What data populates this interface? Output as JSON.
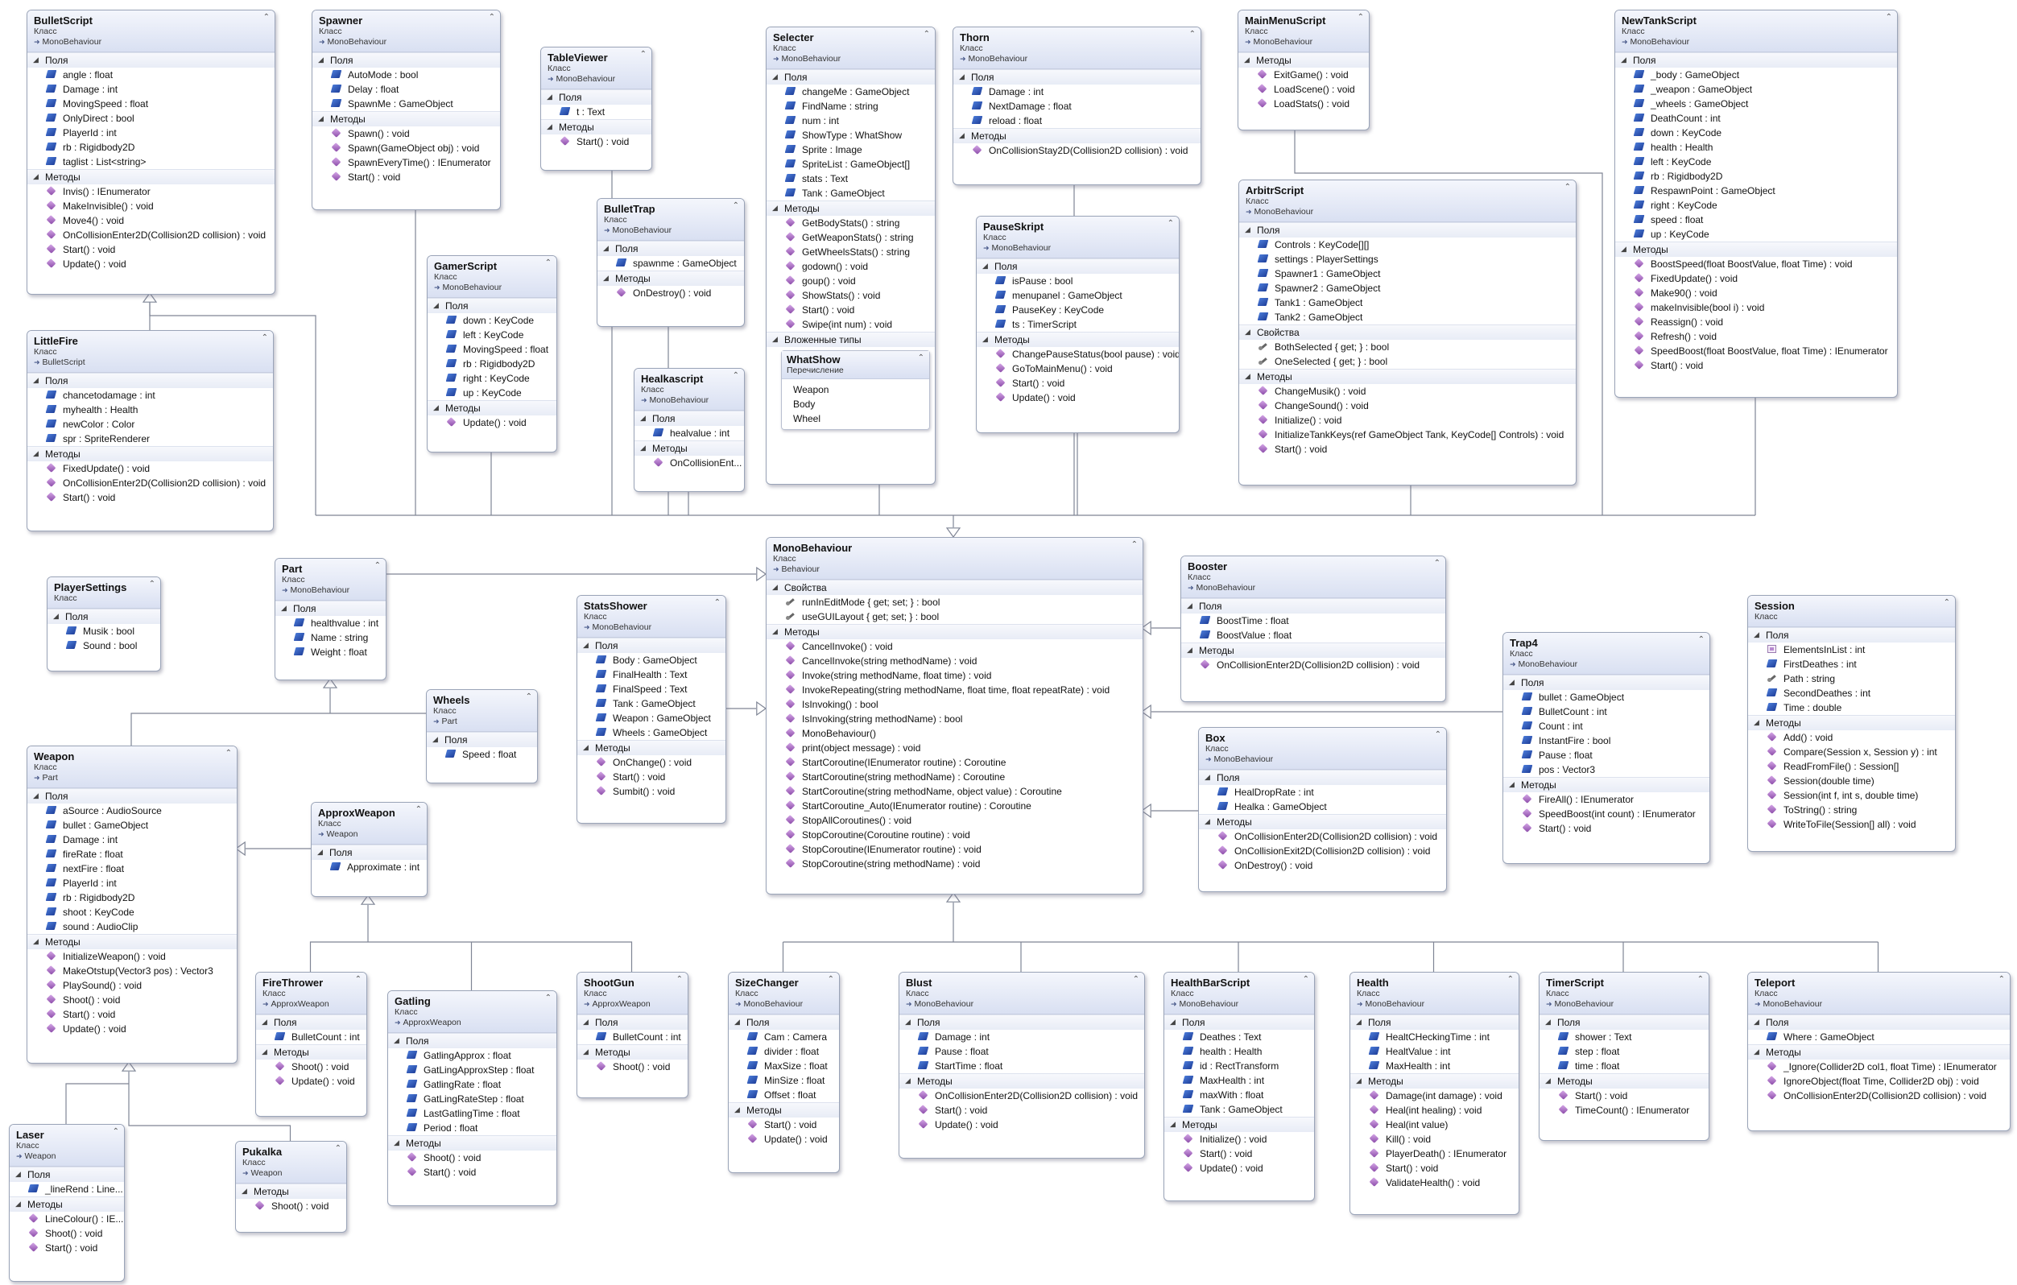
{
  "labels": {
    "kind_class": "Класс",
    "kind_enum": "Перечисление",
    "fields": "Поля",
    "methods": "Методы",
    "properties": "Свойства",
    "nested_types": "Вложенные типы"
  },
  "diagram": {
    "type": "uml-class-diagram",
    "inheritance": [
      [
        "LittleFire",
        "BulletScript"
      ],
      [
        "Wheels",
        "Part"
      ],
      [
        "Weapon",
        "Part"
      ],
      [
        "ApproxWeapon",
        "Weapon"
      ],
      [
        "Laser",
        "Weapon"
      ],
      [
        "Pukalka",
        "Weapon"
      ],
      [
        "FireThrower",
        "ApproxWeapon"
      ],
      [
        "Gatling",
        "ApproxWeapon"
      ],
      [
        "ShootGun",
        "ApproxWeapon"
      ],
      [
        "BulletScript",
        "MonoBehaviour"
      ],
      [
        "Spawner",
        "MonoBehaviour"
      ],
      [
        "TableViewer",
        "MonoBehaviour"
      ],
      [
        "GamerScript",
        "MonoBehaviour"
      ],
      [
        "BulletTrap",
        "MonoBehaviour"
      ],
      [
        "Healkascript",
        "MonoBehaviour"
      ],
      [
        "Selecter",
        "MonoBehaviour"
      ],
      [
        "Thorn",
        "MonoBehaviour"
      ],
      [
        "PauseSkript",
        "MonoBehaviour"
      ],
      [
        "MainMenuScript",
        "MonoBehaviour"
      ],
      [
        "ArbitrScript",
        "MonoBehaviour"
      ],
      [
        "NewTankScript",
        "MonoBehaviour"
      ],
      [
        "Part",
        "MonoBehaviour"
      ],
      [
        "StatsShower",
        "MonoBehaviour"
      ],
      [
        "Booster",
        "MonoBehaviour"
      ],
      [
        "Trap4",
        "MonoBehaviour"
      ],
      [
        "Box",
        "MonoBehaviour"
      ],
      [
        "SizeChanger",
        "MonoBehaviour"
      ],
      [
        "Blust",
        "MonoBehaviour"
      ],
      [
        "HealthBarScript",
        "MonoBehaviour"
      ],
      [
        "Health",
        "MonoBehaviour"
      ],
      [
        "TimerScript",
        "MonoBehaviour"
      ],
      [
        "Teleport",
        "MonoBehaviour"
      ]
    ]
  },
  "classes": [
    {
      "id": "BulletScript",
      "name": "BulletScript",
      "kind": "Класс",
      "parent": "MonoBehaviour",
      "fields": [
        "angle : float",
        "Damage : int",
        "MovingSpeed : float",
        "OnlyDirect : bool",
        "PlayerId : int",
        "rb : Rigidbody2D",
        "taglist : List<string>"
      ],
      "methods": [
        "Invis() : IEnumerator",
        "MakeInvisible() : void",
        "Move4() : void",
        "OnCollisionEnter2D(Collision2D collision) : void",
        "Start() : void",
        "Update() : void"
      ]
    },
    {
      "id": "Spawner",
      "name": "Spawner",
      "kind": "Класс",
      "parent": "MonoBehaviour",
      "fields": [
        "AutoMode : bool",
        "Delay : float",
        "SpawnMe : GameObject"
      ],
      "methods": [
        "Spawn() : void",
        "Spawn(GameObject obj) : void",
        "SpawnEveryTime() : IEnumerator",
        "Start() : void"
      ]
    },
    {
      "id": "TableViewer",
      "name": "TableViewer",
      "kind": "Класс",
      "parent": "MonoBehaviour",
      "fields": [
        "t : Text"
      ],
      "methods": [
        "Start() : void"
      ]
    },
    {
      "id": "Selecter",
      "name": "Selecter",
      "kind": "Класс",
      "parent": "MonoBehaviour",
      "fields": [
        "changeMe : GameObject",
        "FindName : string",
        "num : int",
        "ShowType : WhatShow",
        "Sprite : Image",
        "SpriteList : GameObject[]",
        "stats : Text",
        "Tank : GameObject"
      ],
      "methods": [
        "GetBodyStats() : string",
        "GetWeaponStats() : string",
        "GetWheelsStats() : string",
        "godown() : void",
        "goup() : void",
        "ShowStats() : void",
        "Start() : void",
        "Swipe(int num) : void"
      ],
      "nested": {
        "name": "WhatShow",
        "kind": "Перечисление",
        "values": [
          "Weapon",
          "Body",
          "Wheel"
        ]
      }
    },
    {
      "id": "Thorn",
      "name": "Thorn",
      "kind": "Класс",
      "parent": "MonoBehaviour",
      "fields": [
        "Damage : int",
        "NextDamage : float",
        "reload : float"
      ],
      "methods": [
        "OnCollisionStay2D(Collision2D collision) : void"
      ]
    },
    {
      "id": "MainMenuScript",
      "name": "MainMenuScript",
      "kind": "Класс",
      "parent": "MonoBehaviour",
      "methods": [
        "ExitGame() : void",
        "LoadScene() : void",
        "LoadStats() : void"
      ]
    },
    {
      "id": "NewTankScript",
      "name": "NewTankScript",
      "kind": "Класс",
      "parent": "MonoBehaviour",
      "fields": [
        "_body : GameObject",
        "_weapon : GameObject",
        "_wheels : GameObject",
        "DeathCount : int",
        "down : KeyCode",
        "health : Health",
        "left : KeyCode",
        "rb : Rigidbody2D",
        "RespawnPoint : GameObject",
        "right : KeyCode",
        "speed : float",
        "up : KeyCode"
      ],
      "methods": [
        "BoostSpeed(float BoostValue, float Time) : void",
        "FixedUpdate() : void",
        "Make90() : void",
        "makeInvisible(bool i) : void",
        "Reassign() : void",
        "Refresh() : void",
        "SpeedBoost(float BoostValue, float Time) : IEnumerator",
        "Start() : void"
      ]
    },
    {
      "id": "GamerScript",
      "name": "GamerScript",
      "kind": "Класс",
      "parent": "MonoBehaviour",
      "fields": [
        "down : KeyCode",
        "left : KeyCode",
        "MovingSpeed : float",
        "rb : Rigidbody2D",
        "right : KeyCode",
        "up : KeyCode"
      ],
      "methods": [
        "Update() : void"
      ]
    },
    {
      "id": "BulletTrap",
      "name": "BulletTrap",
      "kind": "Класс",
      "parent": "MonoBehaviour",
      "fields": [
        "spawnme : GameObject"
      ],
      "methods": [
        "OnDestroy() : void"
      ]
    },
    {
      "id": "Healkascript",
      "name": "Healkascript",
      "kind": "Класс",
      "parent": "MonoBehaviour",
      "fields": [
        "healvalue : int"
      ],
      "methods": [
        "OnCollisionEnt..."
      ]
    },
    {
      "id": "PauseSkript",
      "name": "PauseSkript",
      "kind": "Класс",
      "parent": "MonoBehaviour",
      "fields": [
        "isPause : bool",
        "menupanel : GameObject",
        "PauseKey : KeyCode",
        "ts : TimerScript"
      ],
      "methods": [
        "ChangePauseStatus(bool pause) : void",
        "GoToMainMenu() : void",
        "Start() : void",
        "Update() : void"
      ]
    },
    {
      "id": "ArbitrScript",
      "name": "ArbitrScript",
      "kind": "Класс",
      "parent": "MonoBehaviour",
      "fields": [
        "Controls : KeyCode[][]",
        "settings : PlayerSettings",
        "Spawner1 : GameObject",
        "Spawner2 : GameObject",
        "Tank1 : GameObject",
        "Tank2 : GameObject"
      ],
      "properties": [
        "BothSelected { get; } : bool",
        "OneSelected { get; } : bool"
      ],
      "methods": [
        "ChangeMusik() : void",
        "ChangeSound() : void",
        "Initialize() : void",
        "InitializeTankKeys(ref GameObject Tank, KeyCode[] Controls) : void",
        "Start() : void"
      ]
    },
    {
      "id": "LittleFire",
      "name": "LittleFire",
      "kind": "Класс",
      "parent": "BulletScript",
      "fields": [
        "chancetodamage : int",
        "myhealth : Health",
        "newColor : Color",
        "spr : SpriteRenderer"
      ],
      "methods": [
        "FixedUpdate() : void",
        "OnCollisionEnter2D(Collision2D collision) : void",
        "Start() : void"
      ]
    },
    {
      "id": "PlayerSettings",
      "name": "PlayerSettings",
      "kind": "Класс",
      "fields": [
        "Musik : bool",
        "Sound : bool"
      ]
    },
    {
      "id": "Part",
      "name": "Part",
      "kind": "Класс",
      "parent": "MonoBehaviour",
      "fields": [
        "healthvalue : int",
        "Name : string",
        "Weight : float"
      ]
    },
    {
      "id": "StatsShower",
      "name": "StatsShower",
      "kind": "Класс",
      "parent": "MonoBehaviour",
      "fields": [
        "Body : GameObject",
        "FinalHealth : Text",
        "FinalSpeed : Text",
        "Tank : GameObject",
        "Weapon : GameObject",
        "Wheels : GameObject"
      ],
      "methods": [
        "OnChange() : void",
        "Start() : void",
        "Sumbit() : void"
      ]
    },
    {
      "id": "MonoBehaviour",
      "name": "MonoBehaviour",
      "kind": "Класс",
      "parent": "Behaviour",
      "properties": [
        "runInEditMode { get; set; } : bool",
        "useGUILayout { get; set; } : bool"
      ],
      "methods": [
        "CancelInvoke() : void",
        "CancelInvoke(string methodName) : void",
        "Invoke(string methodName, float time) : void",
        "InvokeRepeating(string methodName, float time, float repeatRate) : void",
        "IsInvoking() : bool",
        "IsInvoking(string methodName) : bool",
        "MonoBehaviour()",
        "print(object message) : void",
        "StartCoroutine(IEnumerator routine) : Coroutine",
        "StartCoroutine(string methodName) : Coroutine",
        "StartCoroutine(string methodName, object value) : Coroutine",
        "StartCoroutine_Auto(IEnumerator routine) : Coroutine",
        "StopAllCoroutines() : void",
        "StopCoroutine(Coroutine routine) : void",
        "StopCoroutine(IEnumerator routine) : void",
        "StopCoroutine(string methodName) : void"
      ]
    },
    {
      "id": "Booster",
      "name": "Booster",
      "kind": "Класс",
      "parent": "MonoBehaviour",
      "fields": [
        "BoostTime : float",
        "BoostValue : float"
      ],
      "methods": [
        "OnCollisionEnter2D(Collision2D collision) : void"
      ]
    },
    {
      "id": "Trap4",
      "name": "Trap4",
      "kind": "Класс",
      "parent": "MonoBehaviour",
      "fields": [
        "bullet : GameObject",
        "BulletCount : int",
        "Count : int",
        "InstantFire : bool",
        "Pause : float",
        "pos : Vector3"
      ],
      "methods": [
        "FireAll() : IEnumerator",
        "SpeedBoost(int count) : IEnumerator",
        "Start() : void"
      ]
    },
    {
      "id": "Session",
      "name": "Session",
      "kind": "Класс",
      "fields": [
        "ElementsInList : int",
        "FirstDeathes : int",
        "Path : string",
        "SecondDeathes : int",
        "Time : double"
      ],
      "fieldIcons": [
        "enum",
        "field",
        "prop",
        "field",
        "field"
      ],
      "methods": [
        "Add() : void",
        "Compare(Session x, Session y) : int",
        "ReadFromFile() : Session[]",
        "Session(double time)",
        "Session(int f, int s, double time)",
        "ToString() : string",
        "WriteToFile(Session[] all) : void"
      ]
    },
    {
      "id": "Wheels",
      "name": "Wheels",
      "kind": "Класс",
      "parent": "Part",
      "fields": [
        "Speed : float"
      ]
    },
    {
      "id": "Box",
      "name": "Box",
      "kind": "Класс",
      "parent": "MonoBehaviour",
      "fields": [
        "HealDropRate : int",
        "Healka : GameObject"
      ],
      "methods": [
        "OnCollisionEnter2D(Collision2D collision) : void",
        "OnCollisionExit2D(Collision2D collision) : void",
        "OnDestroy() : void"
      ]
    },
    {
      "id": "Weapon",
      "name": "Weapon",
      "kind": "Класс",
      "parent": "Part",
      "fields": [
        "aSource : AudioSource",
        "bullet : GameObject",
        "Damage : int",
        "fireRate : float",
        "nextFire : float",
        "PlayerId : int",
        "rb : Rigidbody2D",
        "shoot : KeyCode",
        "sound : AudioClip"
      ],
      "methods": [
        "InitializeWeapon() : void",
        "MakeOtstup(Vector3 pos) : Vector3",
        "PlaySound() : void",
        "Shoot() : void",
        "Start() : void",
        "Update() : void"
      ]
    },
    {
      "id": "ApproxWeapon",
      "name": "ApproxWeapon",
      "kind": "Класс",
      "parent": "Weapon",
      "fields": [
        "Approximate : int"
      ]
    },
    {
      "id": "FireThrower",
      "name": "FireThrower",
      "kind": "Класс",
      "parent": "ApproxWeapon",
      "fields": [
        "BulletCount : int"
      ],
      "methods": [
        "Shoot() : void",
        "Update() : void"
      ]
    },
    {
      "id": "Gatling",
      "name": "Gatling",
      "kind": "Класс",
      "parent": "ApproxWeapon",
      "fields": [
        "GatlingApprox : float",
        "GatLingApproxStep : float",
        "GatlingRate : float",
        "GatLingRateStep : float",
        "LastGatlingTime : float",
        "Period : float"
      ],
      "methods": [
        "Shoot() : void",
        "Start() : void"
      ]
    },
    {
      "id": "ShootGun",
      "name": "ShootGun",
      "kind": "Класс",
      "parent": "ApproxWeapon",
      "fields": [
        "BulletCount : int"
      ],
      "methods": [
        "Shoot() : void"
      ]
    },
    {
      "id": "SizeChanger",
      "name": "SizeChanger",
      "kind": "Класс",
      "parent": "MonoBehaviour",
      "fields": [
        "Cam : Camera",
        "divider : float",
        "MaxSize : float",
        "MinSize : float",
        "Offset : float"
      ],
      "methods": [
        "Start() : void",
        "Update() : void"
      ]
    },
    {
      "id": "Blust",
      "name": "Blust",
      "kind": "Класс",
      "parent": "MonoBehaviour",
      "fields": [
        "Damage : int",
        "Pause : float",
        "StartTime : float"
      ],
      "methods": [
        "OnCollisionEnter2D(Collision2D collision) : void",
        "Start() : void",
        "Update() : void"
      ]
    },
    {
      "id": "HealthBarScript",
      "name": "HealthBarScript",
      "kind": "Класс",
      "parent": "MonoBehaviour",
      "fields": [
        "Deathes : Text",
        "health : Health",
        "id : RectTransform",
        "MaxHealth : int",
        "maxWith : float",
        "Tank : GameObject"
      ],
      "methods": [
        "Initialize() : void",
        "Start() : void",
        "Update() : void"
      ]
    },
    {
      "id": "Health",
      "name": "Health",
      "kind": "Класс",
      "parent": "MonoBehaviour",
      "fields": [
        "HealtCHeckingTime : int",
        "HealtValue : int",
        "MaxHealth : int"
      ],
      "methods": [
        "Damage(int damage) : void",
        "Heal(int healing) : void",
        "Heal(int value)",
        "Kill() : void",
        "PlayerDeath() : IEnumerator",
        "Start() : void",
        "ValidateHealth() : void"
      ]
    },
    {
      "id": "TimerScript",
      "name": "TimerScript",
      "kind": "Класс",
      "parent": "MonoBehaviour",
      "fields": [
        "shower : Text",
        "step : float",
        "time : float"
      ],
      "methods": [
        "Start() : void",
        "TimeCount() : IEnumerator"
      ]
    },
    {
      "id": "Teleport",
      "name": "Teleport",
      "kind": "Класс",
      "parent": "MonoBehaviour",
      "fields": [
        "Where : GameObject"
      ],
      "methods": [
        "_Ignore(Collider2D col1, float Time) : IEnumerator",
        "IgnoreObject(float Time, Collider2D obj) : void",
        "OnCollisionEnter2D(Collision2D collision) : void"
      ]
    },
    {
      "id": "Laser",
      "name": "Laser",
      "kind": "Класс",
      "parent": "Weapon",
      "fields": [
        "_lineRend : Line..."
      ],
      "methods": [
        "LineColour() : IE...",
        "Shoot() : void",
        "Start() : void"
      ]
    },
    {
      "id": "Pukalka",
      "name": "Pukalka",
      "kind": "Класс",
      "parent": "Weapon",
      "methods": [
        "Shoot() : void"
      ]
    }
  ]
}
